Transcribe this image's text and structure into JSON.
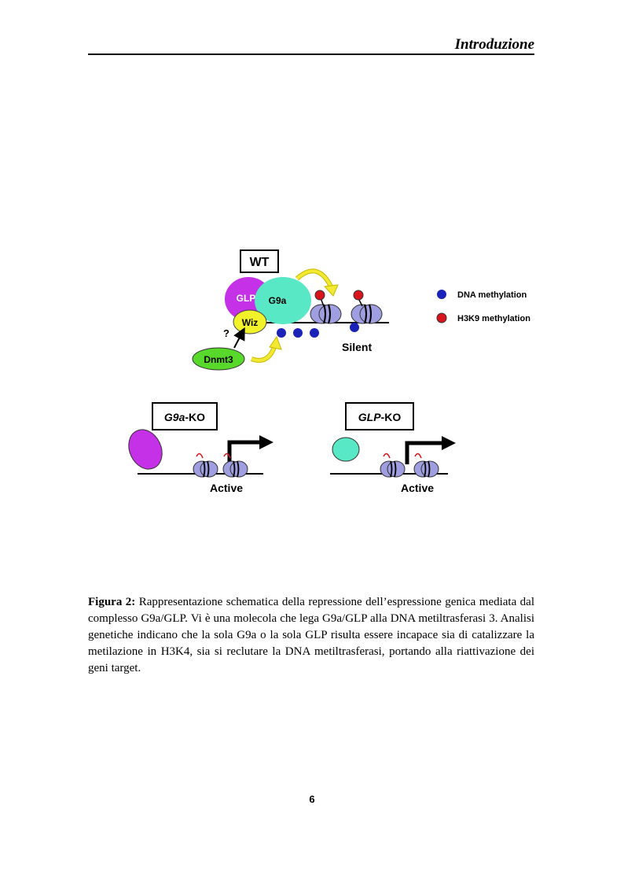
{
  "header": {
    "title": "Introduzione"
  },
  "figure": {
    "wt_label": "WT",
    "glp_label": "GLP",
    "g9a_label": "G9a",
    "wiz_label": "Wiz",
    "dnmt3_label": "Dnmt3",
    "question_mark": "?",
    "silent_label": "Silent",
    "legend": [
      {
        "label": "DNA methylation",
        "color": "#1a22b8"
      },
      {
        "label": "H3K9 methylation",
        "color": "#d9151b"
      }
    ],
    "g9a_ko_prefix": "G9a",
    "glp_ko_prefix": "GLP",
    "ko_suffix": "-KO",
    "active_label": "Active",
    "colors": {
      "glp": "#c531e6",
      "g9a": "#58e8c5",
      "wiz": "#f2f22a",
      "dnmt3": "#58d82a",
      "nucleosome": "#9e9ee0",
      "arrow_yellow": "#f2ea32",
      "tail_red": "#d9151b"
    }
  },
  "caption": {
    "label": "Figura 2:",
    "text": "Rappresentazione schematica della repressione dell’espressione genica mediata dal complesso G9a/GLP. Vi è una molecola che lega G9a/GLP alla DNA metiltrasferasi 3. Analisi genetiche indicano che la sola G9a o la sola GLP risulta essere incapace sia di catalizzare la metilazione in H3K4, sia si reclutare la DNA metiltrasferasi, portando alla riattivazione dei geni target."
  },
  "page_number": "6"
}
